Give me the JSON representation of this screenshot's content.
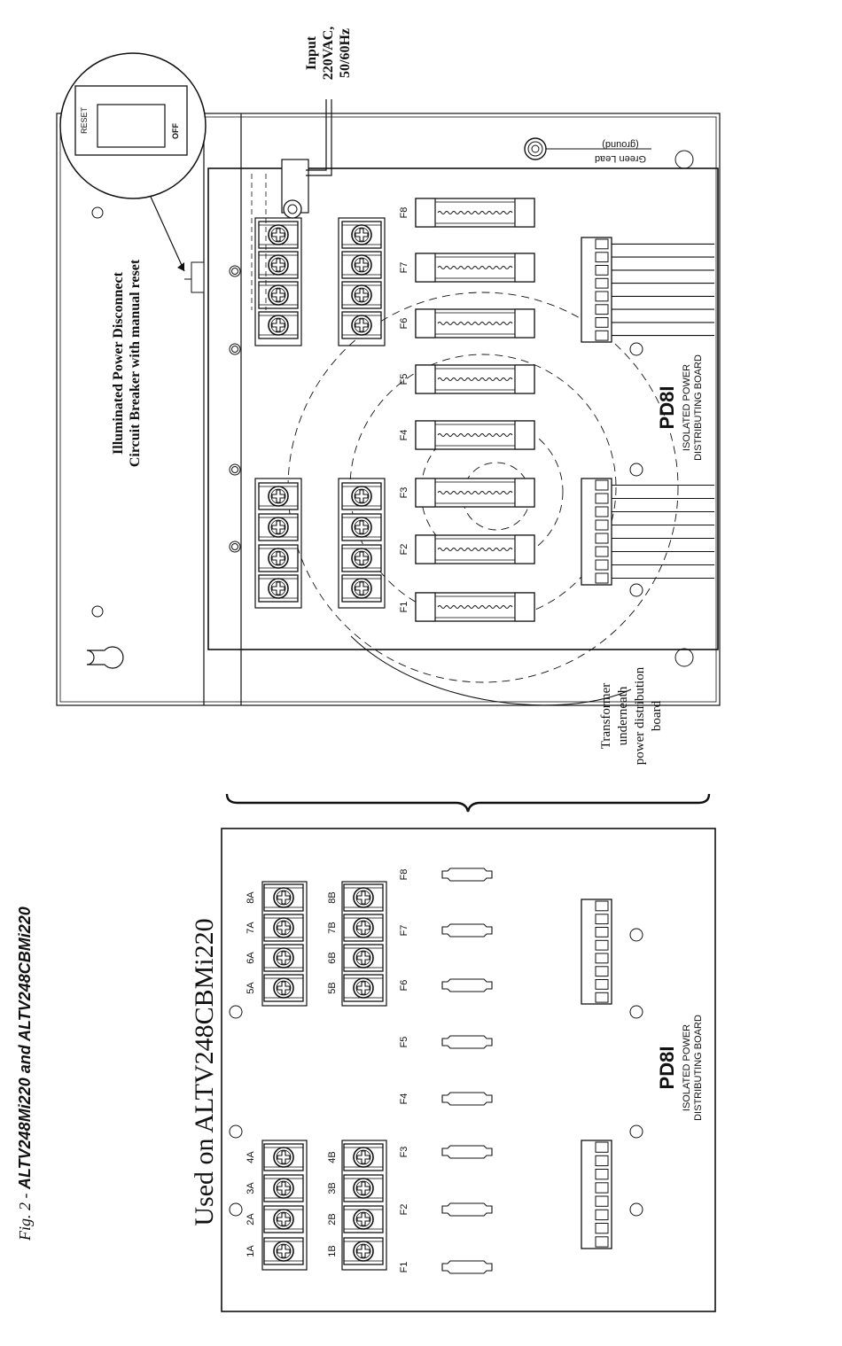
{
  "caption": {
    "prefix": "Fig. 2 - ",
    "models": "ALTV248Mi220 and ALTV248CBMi220"
  },
  "top_diagram": {
    "input_label_lines": [
      "Input",
      "220VAC,",
      "50/60Hz"
    ],
    "breaker_label_lines": [
      "Illuminated Power Disconnect",
      "Circuit Breaker with manual reset"
    ],
    "breaker_switch": {
      "reset": "RESET",
      "off": "OFF"
    },
    "ground_label_lines": [
      "Green Lead",
      "(ground)"
    ],
    "transformer_label_lines": [
      "Transformer",
      "underneath",
      "power distribution",
      "board"
    ],
    "board_name": "PD8I",
    "board_desc_lines": [
      "ISOLATED POWER",
      "DISTRIBUTING BOARD"
    ],
    "fuse_labels": [
      "F1",
      "F2",
      "F3",
      "F4",
      "F5",
      "F6",
      "F7",
      "F8"
    ]
  },
  "bottom_diagram": {
    "heading": "Used on ALTV248CBMi220",
    "board_name": "PD8I",
    "board_desc_lines": [
      "ISOLATED POWER",
      "DISTRIBUTING BOARD"
    ],
    "fuse_labels": [
      "F1",
      "F2",
      "F3",
      "F4",
      "F5",
      "F6",
      "F7",
      "F8"
    ],
    "terminal_labels_a_left": [
      "1A",
      "2A",
      "3A",
      "4A"
    ],
    "terminal_labels_b_left": [
      "1B",
      "2B",
      "3B",
      "4B"
    ],
    "terminal_labels_a_right": [
      "5A",
      "6A",
      "7A",
      "8A"
    ],
    "terminal_labels_b_right": [
      "5B",
      "6B",
      "7B",
      "8B"
    ]
  }
}
